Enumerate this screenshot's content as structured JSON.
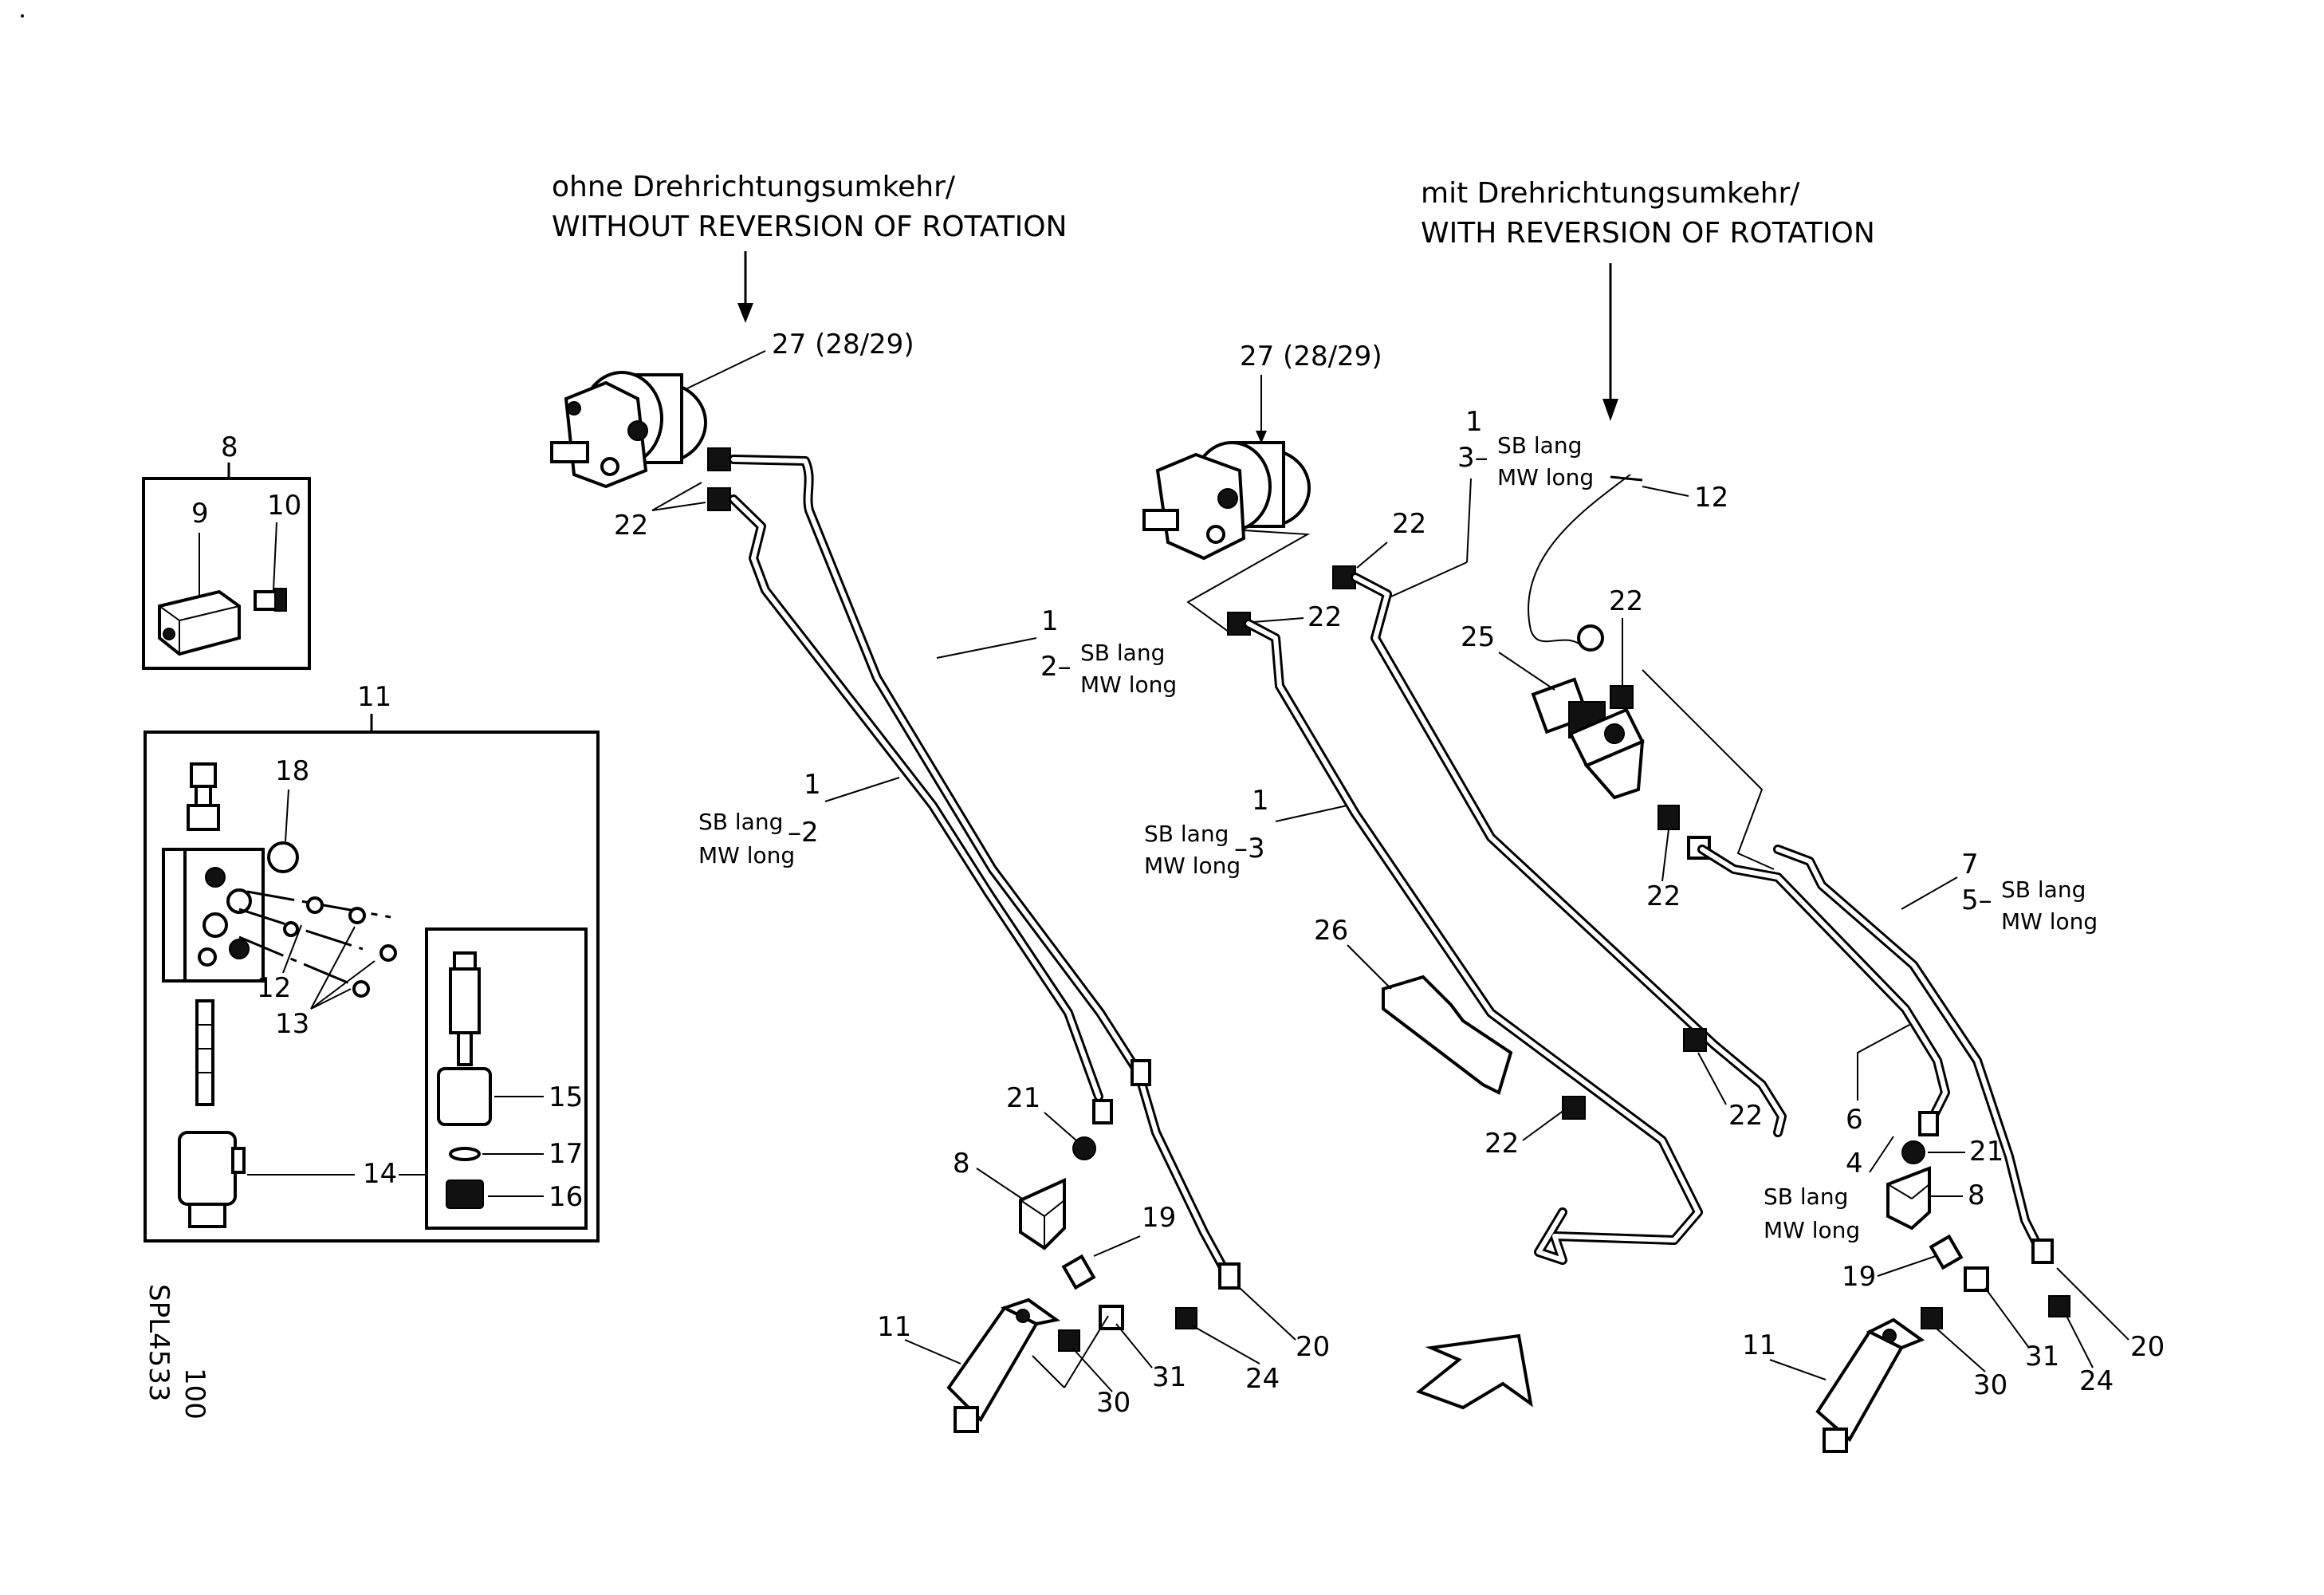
{
  "headers": {
    "left_de": "ohne Drehrichtungsumkehr/",
    "left_en": "WITHOUT REVERSION OF ROTATION",
    "right_de": "mit Drehrichtungsumkehr/",
    "right_en": "WITH REVERSION OF ROTATION"
  },
  "drawing_ref": {
    "code": "SPL4533",
    "rev": "100"
  },
  "callouts": {
    "motor_left": "27 (28/29)",
    "motor_right": "27 (28/29)",
    "n1": "1",
    "n2": "2",
    "n3": "3",
    "n4": "4",
    "n5": "5",
    "n6": "6",
    "n7": "7",
    "n8": "8",
    "n9": "9",
    "n10": "10",
    "n11": "11",
    "n12": "12",
    "n13": "13",
    "n14": "14",
    "n15": "15",
    "n16": "16",
    "n17": "17",
    "n18": "18",
    "n19": "19",
    "n20": "20",
    "n21": "21",
    "n22": "22",
    "n24": "24",
    "n25": "25",
    "n26": "26",
    "n30": "30",
    "n31": "31",
    "dash2": "2–",
    "dash3": "3–",
    "dash5": "5–",
    "dashm2": "–2",
    "dashm3": "–3"
  },
  "pipe_notes": {
    "sb": "SB lang",
    "mw": "MW long"
  }
}
